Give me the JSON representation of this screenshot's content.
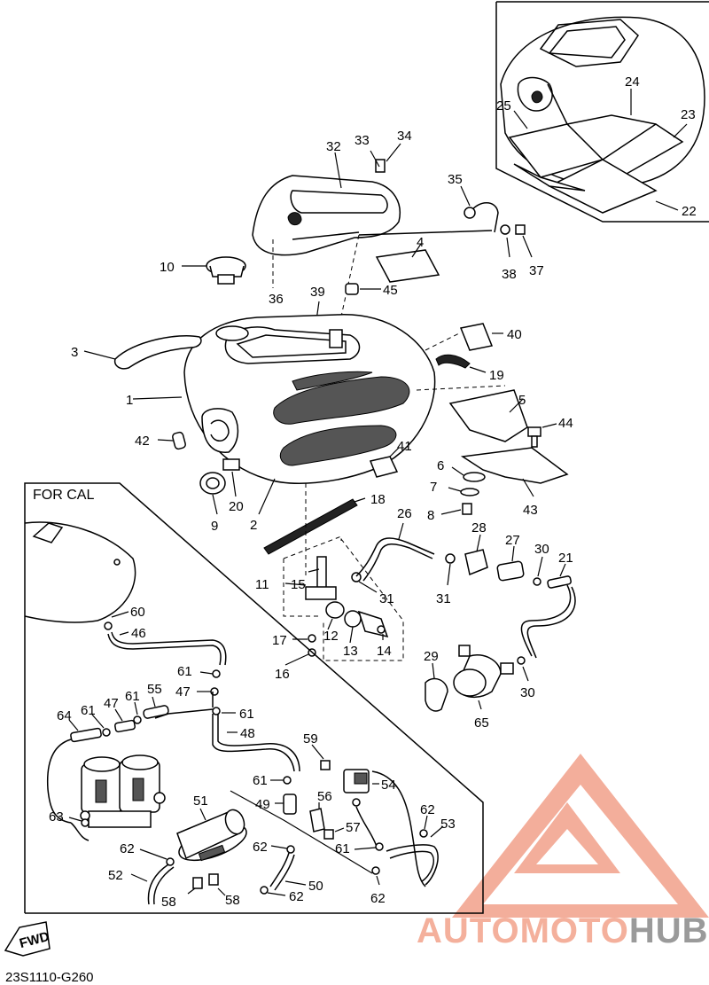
{
  "diagram_code": "23S1110-G260",
  "cal_label": "FOR CAL",
  "fwd_label": "FWD",
  "watermark": {
    "part1": "AUTO",
    "part2": "MOTO",
    "part3": "HUB",
    "color_light": "#f4b09c",
    "color_dark": "#9a9a9a",
    "logo_color": "#f2a08a"
  },
  "callouts": [
    "1",
    "2",
    "3",
    "4",
    "5",
    "6",
    "7",
    "8",
    "9",
    "10",
    "11",
    "12",
    "13",
    "14",
    "15",
    "16",
    "17",
    "18",
    "19",
    "20",
    "21",
    "22",
    "23",
    "24",
    "25",
    "26",
    "27",
    "28",
    "29",
    "30",
    "31",
    "32",
    "33",
    "34",
    "35",
    "36",
    "37",
    "38",
    "39",
    "40",
    "41",
    "42",
    "43",
    "44",
    "45",
    "46",
    "47",
    "48",
    "49",
    "50",
    "51",
    "52",
    "53",
    "54",
    "55",
    "56",
    "57",
    "58",
    "59",
    "60",
    "61",
    "62",
    "63",
    "64",
    "65"
  ]
}
